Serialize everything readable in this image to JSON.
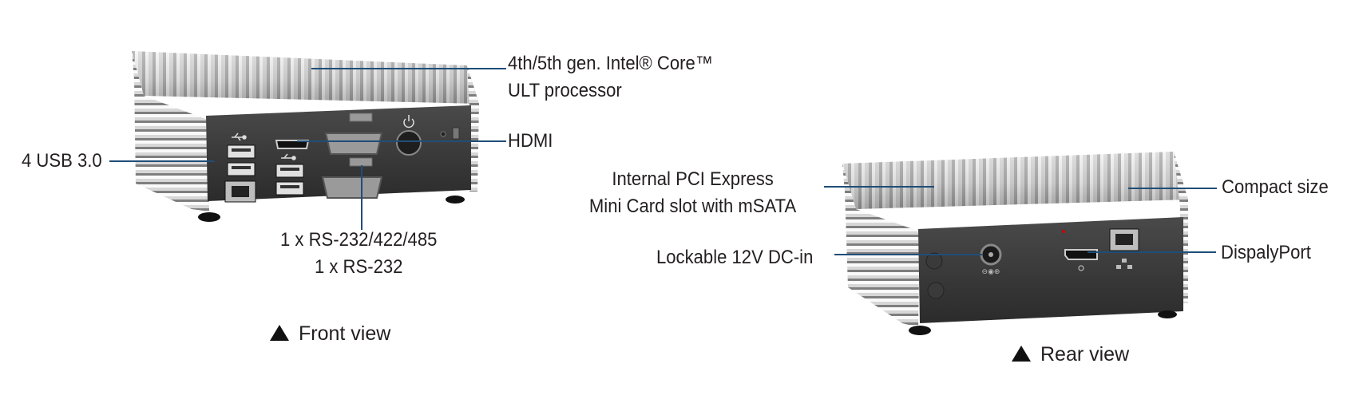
{
  "front": {
    "caption": "Front view",
    "labels": {
      "processor_line1": "4th/5th gen. Intel® Core™",
      "processor_line2": "ULT processor",
      "hdmi": "HDMI",
      "usb": "4 USB 3.0",
      "serial_line1": "1 x RS-232/422/485",
      "serial_line2": "1 x RS-232"
    }
  },
  "rear": {
    "caption": "Rear view",
    "labels": {
      "pci_line1": "Internal PCI Express",
      "pci_line2": "Mini Card slot with mSATA",
      "compact": "Compact size",
      "dcin": "Lockable 12V DC-in",
      "displayport": "DispalyPort"
    }
  },
  "icons": [
    "usb-icon",
    "power-icon",
    "displayport-icon",
    "ethernet-icon",
    "triangle-up-icon"
  ]
}
